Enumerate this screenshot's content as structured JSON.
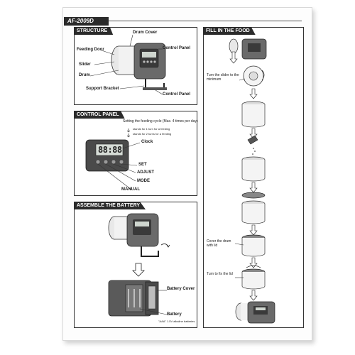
{
  "model": "AF-2009D",
  "structure": {
    "title": "STRUCTURE",
    "labels": {
      "drum_cover": "Drum Cover",
      "feeding_door": "Feeding Door",
      "control_panel_top": "Control Panel",
      "slider": "Slider",
      "drum": "Drum",
      "support_bracket": "Support Bracket",
      "control_panel_bottom": "Control Panel"
    }
  },
  "control_panel": {
    "title": "CONTROL PANEL",
    "cycle_note": "Setting the feeding cycle (Max. 4 times per day)",
    "legend_one": "stands for 1 turn for a feeding",
    "legend_two": "stands for 2 turns for a feeding",
    "clock_display": "88:88",
    "labels": {
      "clock": "Clock",
      "set": "SET",
      "adjust": "ADJUST",
      "mode": "MODE",
      "manual": "MANUAL"
    }
  },
  "battery": {
    "title": "ASSEMBLE THE BATTERY",
    "labels": {
      "battery_cover": "Battery Cover",
      "battery": "Battery",
      "battery_note": "\"AAA\" 1.5V alkaline batteries"
    }
  },
  "fill": {
    "title": "FILL IN THE FOOD",
    "steps": {
      "turn_slider": "Turn the slider to the minimum",
      "cover_drum": "Cover the drum with lid",
      "turn_fix": "Turn to fix the lid"
    }
  }
}
